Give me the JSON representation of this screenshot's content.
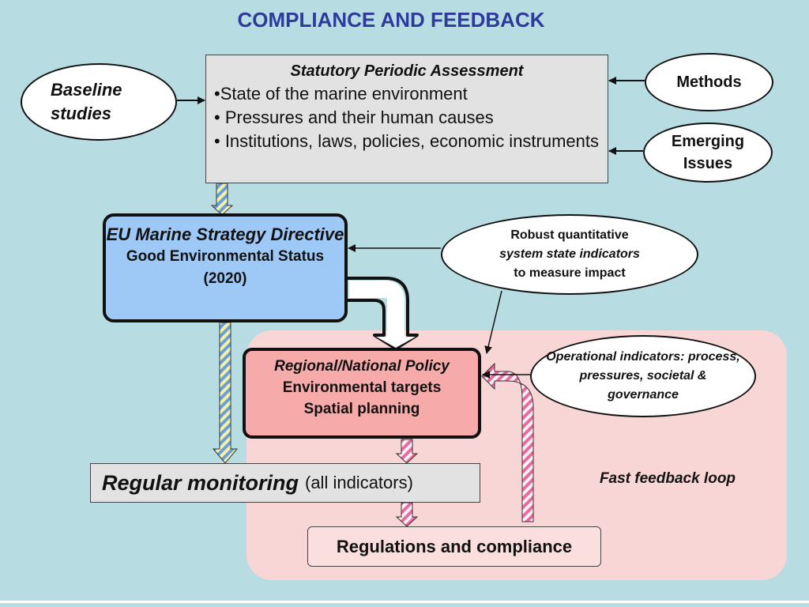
{
  "title": "COMPLIANCE AND FEEDBACK",
  "baseline": "Baseline studies",
  "methods": "Methods",
  "emerging": "Emerging Issues",
  "assessment": {
    "heading": "Statutory Periodic Assessment",
    "items": [
      "•State of the marine environment",
      "• Pressures and their human causes",
      "• Institutions, laws, policies, economic instruments"
    ]
  },
  "eu": {
    "line1": "EU Marine Strategy Directive",
    "line2": "Good Environmental Status (2020)"
  },
  "robust": {
    "line1": "Robust quantitative",
    "line2": "system state indicators",
    "line3": "to measure impact"
  },
  "operational": "Operational indicators: process, pressures, societal & governance",
  "regional": {
    "line1": "Regional/National Policy",
    "line2": "Environmental targets",
    "line3": "Spatial planning"
  },
  "monitoring": {
    "main": "Regular monitoring",
    "sub": "(all indicators)"
  },
  "regulations": "Regulations and compliance",
  "fast_feedback": "Fast feedback loop",
  "colors": {
    "background": "#b7dde3",
    "title": "#2e3a9c",
    "directive_box": "#9ec9f7",
    "policy_box": "#f6aaaa",
    "feedback_region": "#f9d6d6"
  }
}
